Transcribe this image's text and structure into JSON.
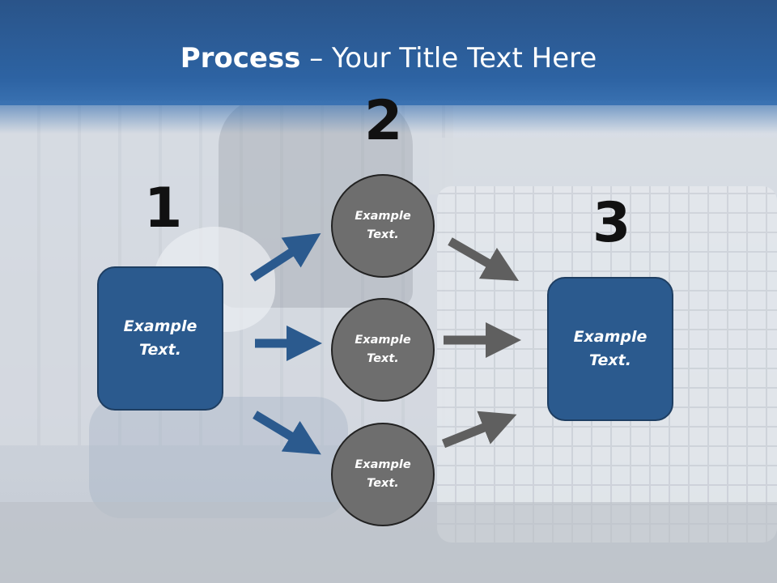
{
  "slide": {
    "title_bold": "Process",
    "title_rest": " – Your Title Text Here"
  },
  "steps": {
    "step1_number": "1",
    "step2_number": "2",
    "step3_number": "3"
  },
  "left_box": {
    "text_line1": "Example",
    "text_line2": "Text."
  },
  "middle_circles": [
    {
      "text_line1": "Example",
      "text_line2": "Text."
    },
    {
      "text_line1": "Example",
      "text_line2": "Text."
    },
    {
      "text_line1": "Example",
      "text_line2": "Text."
    }
  ],
  "right_box": {
    "text_line1": "Example",
    "text_line2": "Text."
  },
  "colors": {
    "title_bar": "#2d63a3",
    "box_fill": "#2b5a8e",
    "circle_fill": "#6e6e6e",
    "blue_arrow": "#2b5a8e",
    "gray_arrow": "#5f5f5f"
  }
}
